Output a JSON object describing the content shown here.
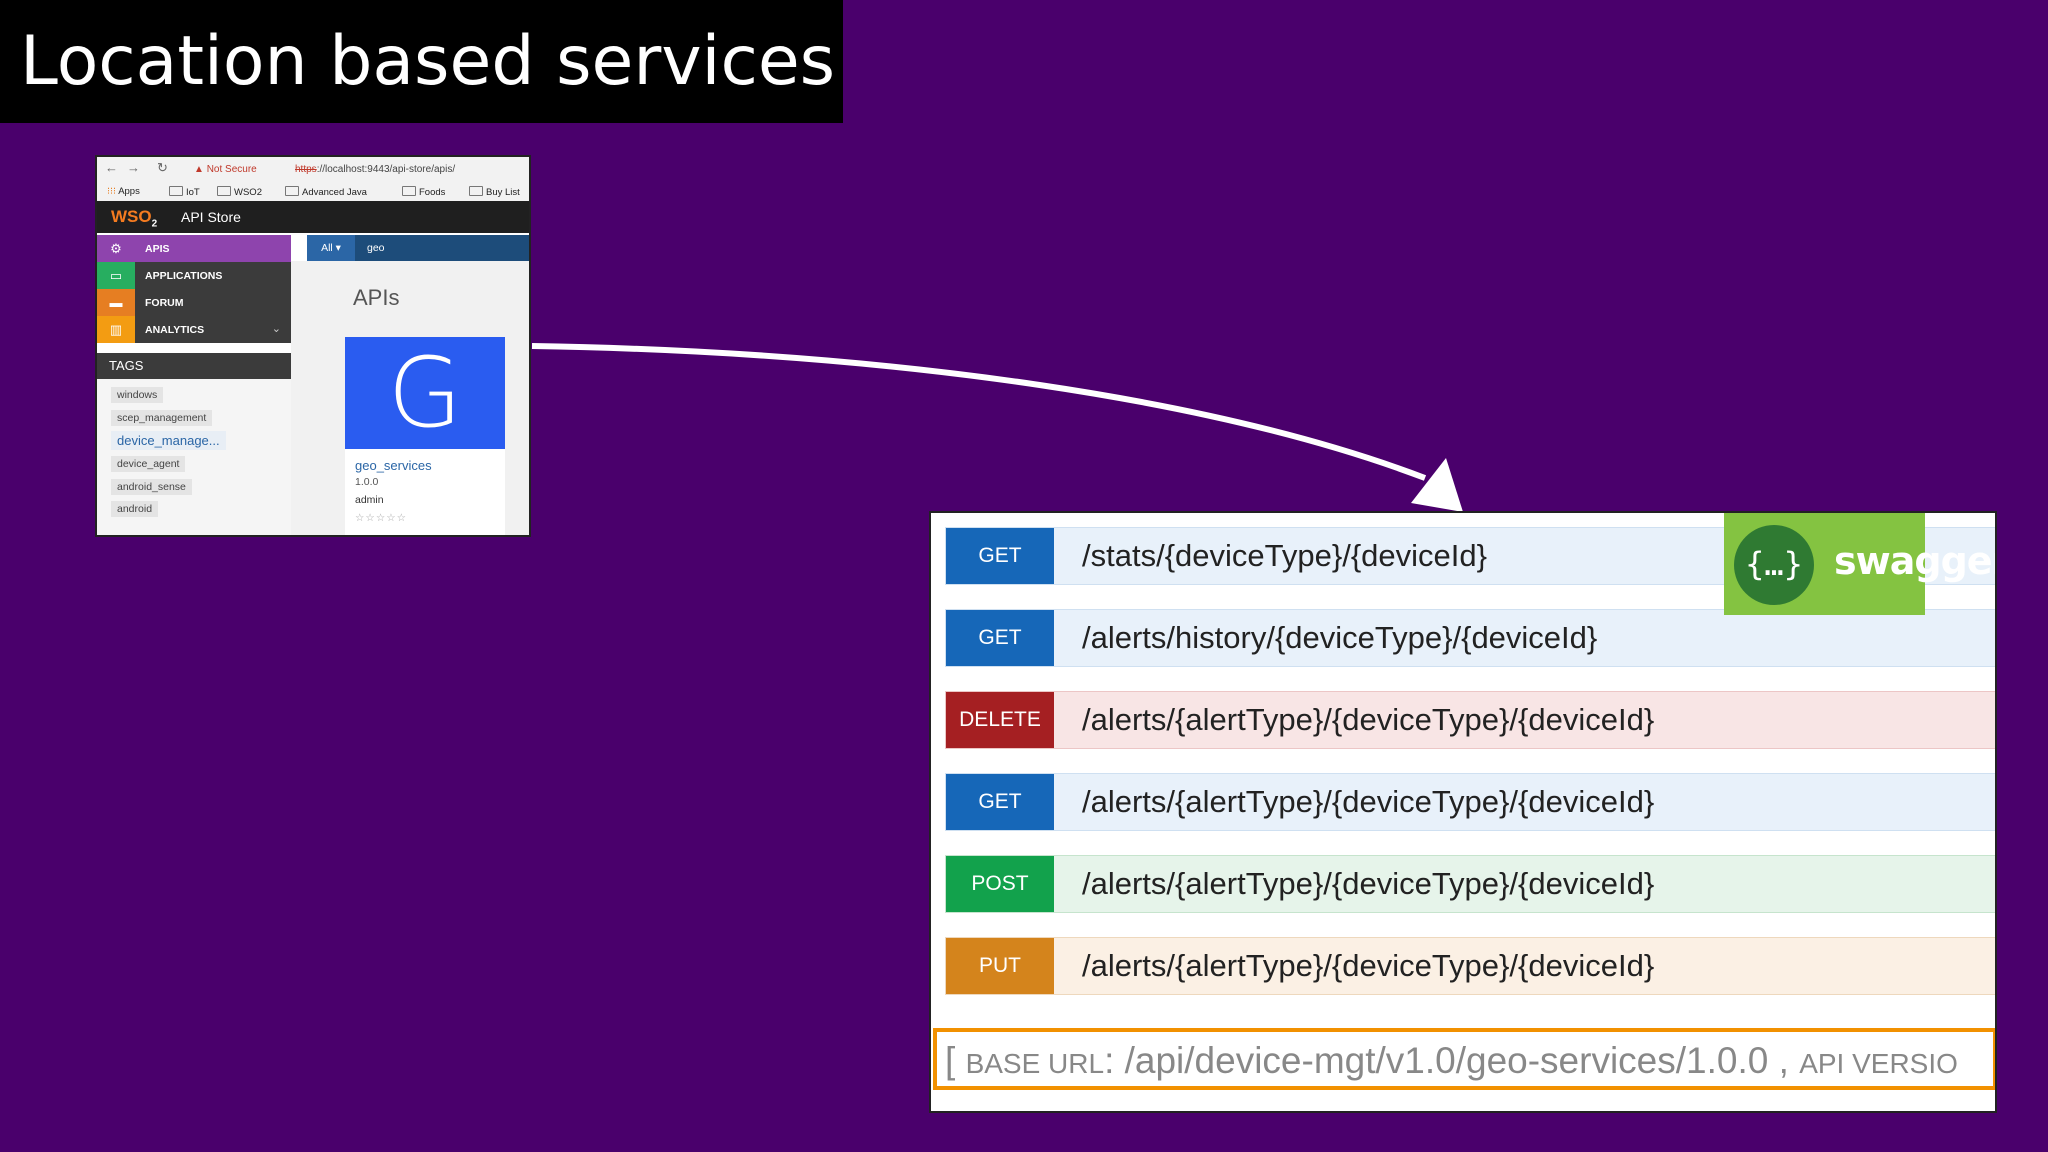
{
  "slide": {
    "title": "Location based services"
  },
  "colors": {
    "background": "#4a006c",
    "title_bar": "#000000",
    "get": "#1667b8",
    "delete": "#a51f22",
    "post": "#12a24c",
    "put": "#d4841c",
    "swagger_green": "#84c341",
    "base_url_border": "#f29100"
  },
  "browser": {
    "security_warning": "Not Secure",
    "url_scheme": "https",
    "url_rest": "://localhost:9443/api-store/apis/",
    "bookmarks": [
      "Apps",
      "IoT",
      "WSO2",
      "Advanced Java",
      "Foods",
      "Buy List"
    ],
    "header": {
      "logo": "WSO",
      "logo_sub": "2",
      "title": "API Store"
    },
    "menu": [
      {
        "label": "APIS",
        "icon": "gear-icon",
        "color": "#8e44ad"
      },
      {
        "label": "APPLICATIONS",
        "icon": "app-window-icon",
        "color": "#27ae60"
      },
      {
        "label": "FORUM",
        "icon": "chat-bubbles-icon",
        "color": "#e67e22"
      },
      {
        "label": "ANALYTICS",
        "icon": "bar-chart-icon",
        "color": "#f39c12"
      }
    ],
    "search": {
      "scope": "All ▾",
      "value": "geo"
    },
    "apis_heading": "APIs",
    "tags_heading": "TAGS",
    "tags": [
      "windows",
      "scep_management",
      "device_manage...",
      "device_agent",
      "android_sense",
      "android"
    ],
    "api_card": {
      "thumb_letter": "G",
      "name": "geo_services",
      "version": "1.0.0",
      "owner": "admin",
      "rating": "☆☆☆☆☆"
    }
  },
  "swagger": {
    "brand": "swagger",
    "logo_glyph": "{…}",
    "operations": [
      {
        "method": "GET",
        "path": "/stats/{deviceType}/{deviceId}"
      },
      {
        "method": "GET",
        "path": "/alerts/history/{deviceType}/{deviceId}"
      },
      {
        "method": "DELETE",
        "path": "/alerts/{alertType}/{deviceType}/{deviceId}"
      },
      {
        "method": "GET",
        "path": "/alerts/{alertType}/{deviceType}/{deviceId}"
      },
      {
        "method": "POST",
        "path": "/alerts/{alertType}/{deviceType}/{deviceId}"
      },
      {
        "method": "PUT",
        "path": "/alerts/{alertType}/{deviceType}/{deviceId}"
      }
    ],
    "base_url": {
      "open_bracket": "[ ",
      "label": "BASE URL",
      "colon": ": ",
      "value": "/api/device-mgt/v1.0/geo-services/1.0.0",
      "separator": " , ",
      "api_version_label": "API VERSIO"
    }
  }
}
